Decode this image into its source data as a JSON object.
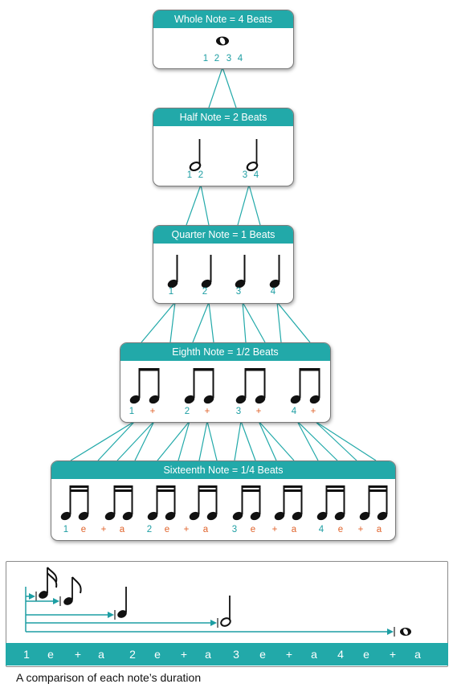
{
  "boxes": {
    "whole": {
      "title": "Whole Note = 4 Beats",
      "labels": [
        "1",
        "2",
        "3",
        "4"
      ]
    },
    "half": {
      "title": "Half Note = 2 Beats",
      "labels": [
        "1",
        "2",
        "3",
        "4"
      ]
    },
    "quarter": {
      "title": "Quarter Note = 1 Beats",
      "labels": [
        "1",
        "2",
        "3",
        "4"
      ]
    },
    "eighth": {
      "title": "Eighth Note = 1/2 Beats",
      "labels": [
        "1",
        "+",
        "2",
        "+",
        "3",
        "+",
        "4",
        "+"
      ]
    },
    "sixteenth": {
      "title": "Sixteenth Note = 1/4 Beats",
      "labels": [
        "1",
        "e",
        "+",
        "a",
        "2",
        "e",
        "+",
        "a",
        "3",
        "e",
        "+",
        "a",
        "4",
        "e",
        "+",
        "a"
      ]
    }
  },
  "comparison": {
    "counts": [
      "1",
      "e",
      "+",
      "a",
      "2",
      "e",
      "+",
      "a",
      "3",
      "e",
      "+",
      "a",
      "4",
      "e",
      "+",
      "a"
    ]
  },
  "caption": "A comparison of each note’s duration",
  "colors": {
    "accent": "#22a9a9",
    "beat_label": "#1d9ea3",
    "sub_label": "#e0632b",
    "ink": "#111111"
  }
}
